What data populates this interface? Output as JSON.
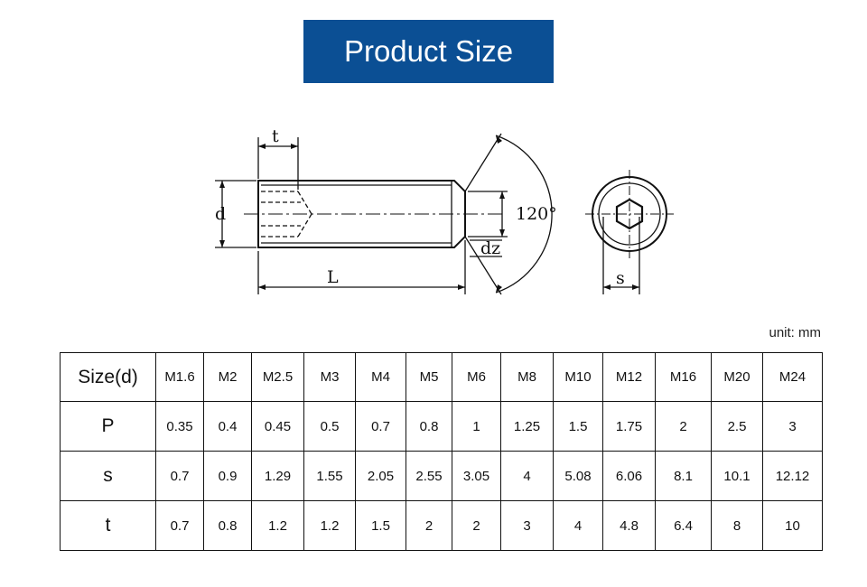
{
  "header": {
    "title": "Product Size"
  },
  "drawing": {
    "labels": {
      "t": "t",
      "d": "d",
      "L": "L",
      "dz": "dz",
      "angle": "120°",
      "s": "s"
    }
  },
  "table": {
    "unit": "unit: mm",
    "rows": [
      {
        "label": "Size(d)",
        "values": [
          "M1.6",
          "M2",
          "M2.5",
          "M3",
          "M4",
          "M5",
          "M6",
          "M8",
          "M10",
          "M12",
          "M16",
          "M20",
          "M24"
        ]
      },
      {
        "label": "P",
        "values": [
          "0.35",
          "0.4",
          "0.45",
          "0.5",
          "0.7",
          "0.8",
          "1",
          "1.25",
          "1.5",
          "1.75",
          "2",
          "2.5",
          "3"
        ]
      },
      {
        "label": "s",
        "values": [
          "0.7",
          "0.9",
          "1.29",
          "1.55",
          "2.05",
          "2.55",
          "3.05",
          "4",
          "5.08",
          "6.06",
          "8.1",
          "10.1",
          "12.12"
        ]
      },
      {
        "label": "t",
        "values": [
          "0.7",
          "0.8",
          "1.2",
          "1.2",
          "1.5",
          "2",
          "2",
          "3",
          "4",
          "4.8",
          "6.4",
          "8",
          "10"
        ]
      }
    ]
  }
}
